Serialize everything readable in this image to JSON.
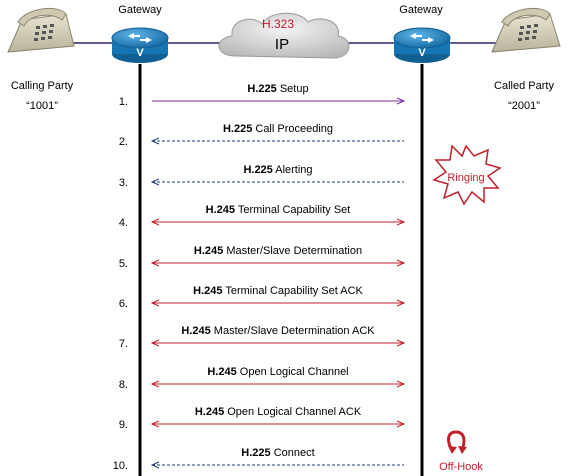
{
  "top": {
    "gateway_left": "Gateway",
    "gateway_right": "Gateway",
    "cloud_protocol": "H.323",
    "cloud_network": "IP"
  },
  "parties": {
    "calling_label": "Calling Party",
    "calling_number": "“1001”",
    "called_label": "Called Party",
    "called_number": "“2001”"
  },
  "messages": [
    {
      "num": "1.",
      "proto": "H.225",
      "text": " Setup",
      "direction": "to-called",
      "style": "solid",
      "color": "#7b2e9a"
    },
    {
      "num": "2.",
      "proto": "H.225",
      "text": " Call Proceeding",
      "direction": "to-calling",
      "style": "dashed",
      "color": "#1f3d7a"
    },
    {
      "num": "3.",
      "proto": "H.225",
      "text": " Alerting",
      "direction": "to-calling",
      "style": "dashed",
      "color": "#1f3d7a"
    },
    {
      "num": "4.",
      "proto": "H.245",
      "text": " Terminal  Capability Set",
      "direction": "both",
      "style": "solid",
      "color": "#c0202a"
    },
    {
      "num": "5.",
      "proto": "H.245",
      "text": " Master/Slave Determination",
      "direction": "both",
      "style": "solid",
      "color": "#c0202a"
    },
    {
      "num": "6.",
      "proto": "H.245",
      "text": " Terminal  Capability Set ACK",
      "direction": "both",
      "style": "solid",
      "color": "#c0202a"
    },
    {
      "num": "7.",
      "proto": "H.245",
      "text": " Master/Slave Determination ACK",
      "direction": "both",
      "style": "solid",
      "color": "#c0202a"
    },
    {
      "num": "8.",
      "proto": "H.245",
      "text": " Open Logical Channel",
      "direction": "both",
      "style": "solid",
      "color": "#c0202a"
    },
    {
      "num": "9.",
      "proto": "H.245",
      "text": " Open Logical Channel ACK",
      "direction": "both",
      "style": "solid",
      "color": "#c0202a"
    },
    {
      "num": "10.",
      "proto": "H.225",
      "text": " Connect",
      "direction": "to-calling",
      "style": "dashed",
      "color": "#1f3d7a"
    }
  ],
  "events": {
    "ringing": "Ringing",
    "offhook": "Off-Hook"
  },
  "colors": {
    "router": "#1b86c8",
    "accent_red": "#c0202a",
    "h323_text": "#c0202a"
  }
}
